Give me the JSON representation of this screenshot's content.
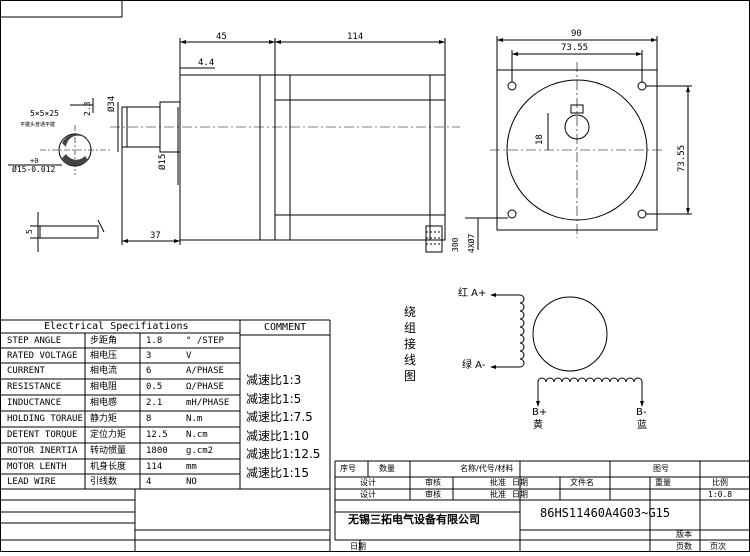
{
  "drawing": {
    "front_view": {
      "dims": {
        "total_length": "114",
        "flange_length": "45",
        "flange_thickness": "4.4",
        "shaft_length": "37",
        "shaft_dia": "Ø15",
        "pilot_dia": "Ø34",
        "key_offset": "2.3"
      },
      "key_label": "5×5×25",
      "key_sub": "平键头普通平键",
      "tol_upper": "+0",
      "tol_lower": "Ø15-0.012",
      "key_width": "5"
    },
    "side_view": {
      "dims": {
        "width": "90",
        "hole_pitch_h": "73.55",
        "hole_pitch_v": "73.55",
        "key_height": "18",
        "hole_spec": "4XØ7",
        "lead_length": "300"
      }
    },
    "wiring": {
      "title_chars": [
        "绕",
        "组",
        "接",
        "线",
        "图"
      ],
      "red_label": "红 A+",
      "green_label": "绿 A-",
      "b_plus": "B+",
      "b_plus_color": "黄",
      "b_minus": "B-",
      "b_minus_color": "蓝"
    }
  },
  "specs": {
    "title": "Electrical Specifiations",
    "rows": [
      {
        "en": "STEP ANGLE",
        "cn": "步距角",
        "value": "1.8",
        "unit": "° /STEP"
      },
      {
        "en": "RATED VOLTAGE",
        "cn": "相电压",
        "value": "3",
        "unit": "V"
      },
      {
        "en": "CURRENT",
        "cn": "相电流",
        "value": "6",
        "unit": "A/PHASE"
      },
      {
        "en": "RESISTANCE",
        "cn": "相电阻",
        "value": "0.5",
        "unit": "Ω/PHASE"
      },
      {
        "en": "INDUCTANCE",
        "cn": "相电感",
        "value": "2.1",
        "unit": "mH/PHASE"
      },
      {
        "en": "HOLDING TORAUE",
        "cn": "静力矩",
        "value": "8",
        "unit": "N.m"
      },
      {
        "en": "DETENT TORQUE",
        "cn": "定位力矩",
        "value": "12.5",
        "unit": "N.cm"
      },
      {
        "en": "ROTOR INERTIA",
        "cn": "转动惯量",
        "value": "1800",
        "unit": "g.cm2"
      },
      {
        "en": "MOTOR LENTH",
        "cn": "机身长度",
        "value": "114",
        "unit": "mm"
      },
      {
        "en": "LEAD WIRE",
        "cn": "引线数",
        "value": "4",
        "unit": "NO"
      }
    ]
  },
  "comment": {
    "title": "COMMENT",
    "ratios": [
      "减速比1:3",
      "减速比1:5",
      "减速比1:7.5",
      "减速比1:10",
      "减速比1:12.5",
      "减速比1:15"
    ]
  },
  "title_block": {
    "seq": "序号",
    "qty": "数量",
    "name_code_material": "名称/代号/材料",
    "drawing_no_label": "图号",
    "design": "设计",
    "review": "审核",
    "approve": "批准",
    "date": "日期",
    "file_name": "文件名",
    "weight": "重量",
    "scale": "比例",
    "scale_value": "1:0.8",
    "company": "无锡三拓电气设备有限公司",
    "model": "86HS11460A4G03~G15",
    "version": "版本",
    "pages": "页数",
    "page_no": "页次"
  }
}
